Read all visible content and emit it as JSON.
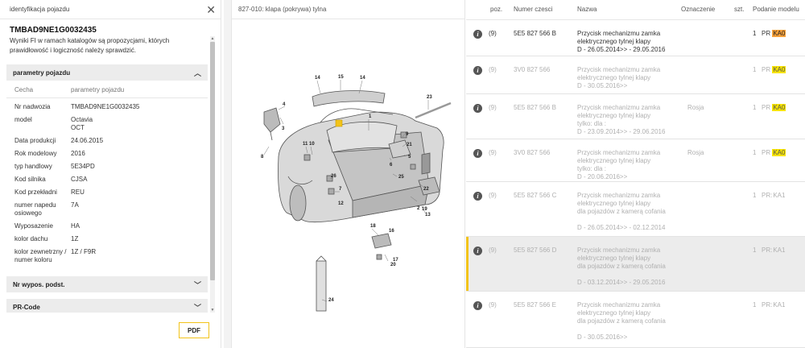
{
  "vehicle_panel": {
    "title": "identyfikacja pojazdu",
    "vin": "TMBAD9NE1G0032435",
    "notice": "Wyniki FI w ramach katalogów są propozycjami, których prawidłowość i logiczność należy sprawdzić.",
    "section_params": "parametry pojazdu",
    "col_feature": "Cecha",
    "col_params": "parametry pojazdu",
    "attributes": [
      {
        "k": "Nr nadwozia",
        "v": "TMBAD9NE1G0032435"
      },
      {
        "k": "model",
        "v": "Octavia",
        "v2": "OCT"
      },
      {
        "k": "Data produkcji",
        "v": "24.06.2015"
      },
      {
        "k": "Rok modelowy",
        "v": "2016"
      },
      {
        "k": "typ handlowy",
        "v": "5E34PD"
      },
      {
        "k": "Kod silnika",
        "v": "CJSA"
      },
      {
        "k": "Kod przekładni",
        "v": "REU"
      },
      {
        "k": "numer napedu",
        "k2": "osiowego",
        "v": "7A"
      },
      {
        "k": "Wyposazenie",
        "v": "HA"
      },
      {
        "k": "kolor dachu",
        "v": "1Z"
      },
      {
        "k": "kolor zewnetrzny /",
        "k2": "numer koloru",
        "v": "1Z / F9R"
      }
    ],
    "section_equipment": "Nr wypos. podst.",
    "section_pr": "PR-Code",
    "pdf_label": "PDF"
  },
  "diagram": {
    "title": "827-010: klapa (pokrywa) tylna",
    "callouts": [
      "14",
      "15",
      "14",
      "23",
      "4",
      "3",
      "1",
      "11",
      "10",
      "8",
      "9",
      "21",
      "5",
      "6",
      "25",
      "22",
      "26",
      "7",
      "12",
      "13",
      "2",
      "18",
      "16",
      "17",
      "19",
      "20",
      "24"
    ]
  },
  "parts_table": {
    "headers": {
      "pos": "poz.",
      "part_no": "Numer czesci",
      "name": "Nazwa",
      "label": "Oznaczenie",
      "qty": "szt.",
      "model": "Podanie modelu"
    },
    "rows": [
      {
        "pos": "(9)",
        "part_no": "5E5 827 566 B",
        "lines": [
          "Przycisk mechanizmu zamka",
          "elektrycznego tylnej klapy",
          "D - 26.05.2014>> - 29.05.2016"
        ],
        "label": "",
        "qty": "1",
        "pr_prefix": "PR ",
        "pr_code": "KA0",
        "badge": "orange",
        "dim": false,
        "selected": false
      },
      {
        "pos": "(9)",
        "part_no": "3V0 827 566",
        "lines": [
          "Przycisk mechanizmu zamka",
          "elektrycznego tylnej klapy",
          "D - 30.05.2016>>"
        ],
        "label": "",
        "qty": "1",
        "pr_prefix": "PR ",
        "pr_code": "KA0",
        "badge": "yellow",
        "dim": true,
        "selected": false
      },
      {
        "pos": "(9)",
        "part_no": "5E5 827 566 B",
        "lines": [
          "Przycisk mechanizmu zamka",
          "elektrycznego tylnej klapy",
          "tylko: dla :",
          "D - 23.09.2014>> - 29.06.2016"
        ],
        "label": "Rosja",
        "qty": "1",
        "pr_prefix": "PR ",
        "pr_code": "KA0",
        "badge": "yellow",
        "dim": true,
        "selected": false
      },
      {
        "pos": "(9)",
        "part_no": "3V0 827 566",
        "lines": [
          "Przycisk mechanizmu zamka",
          "elektrycznego tylnej klapy",
          "tylko: dla :",
          "D - 20.06.2016>>"
        ],
        "label": "Rosja",
        "qty": "1",
        "pr_prefix": "PR ",
        "pr_code": "KA0",
        "badge": "yellow",
        "dim": true,
        "selected": false
      },
      {
        "pos": "(9)",
        "part_no": "5E5 827 566 C",
        "lines": [
          "Przycisk mechanizmu zamka",
          "elektrycznego tylnej klapy",
          "dla pojazdów z kamerą cofania",
          "",
          "D - 26.05.2014>> - 02.12.2014"
        ],
        "label": "",
        "qty": "1",
        "pr_prefix": "PR:",
        "pr_code": "KA1",
        "badge": "none",
        "dim": true,
        "selected": false
      },
      {
        "pos": "(9)",
        "part_no": "5E5 827 566 D",
        "lines": [
          "Przycisk mechanizmu zamka",
          "elektrycznego tylnej klapy",
          "dla pojazdów z kamerą cofania",
          "",
          "D - 03.12.2014>> - 29.05.2016"
        ],
        "label": "",
        "qty": "1",
        "pr_prefix": "PR:",
        "pr_code": "KA1",
        "badge": "none",
        "dim": true,
        "selected": true
      },
      {
        "pos": "(9)",
        "part_no": "5E5 827 566 E",
        "lines": [
          "Przycisk mechanizmu zamka",
          "elektrycznego tylnej klapy",
          "dla pojazdów z kamerą cofania",
          "",
          "D - 30.05.2016>>"
        ],
        "label": "",
        "qty": "1",
        "pr_prefix": "PR:",
        "pr_code": "KA1",
        "badge": "none",
        "dim": true,
        "selected": false
      }
    ]
  },
  "colors": {
    "accent": "#f2c31a",
    "badge_orange": "#f8a13a",
    "badge_yellow": "#f7e300"
  }
}
